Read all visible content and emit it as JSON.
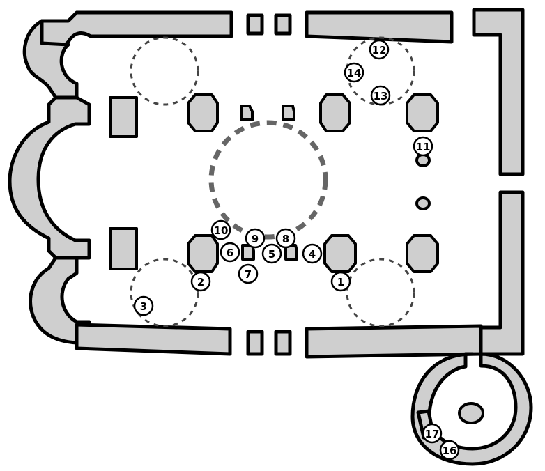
{
  "plan": {
    "markers": [
      {
        "label": "1"
      },
      {
        "label": "2"
      },
      {
        "label": "3"
      },
      {
        "label": "4"
      },
      {
        "label": "5"
      },
      {
        "label": "6"
      },
      {
        "label": "7"
      },
      {
        "label": "8"
      },
      {
        "label": "9"
      },
      {
        "label": "10"
      },
      {
        "label": "11"
      },
      {
        "label": "12"
      },
      {
        "label": "13"
      },
      {
        "label": "14"
      },
      {
        "label": "16"
      },
      {
        "label": "17"
      }
    ]
  }
}
